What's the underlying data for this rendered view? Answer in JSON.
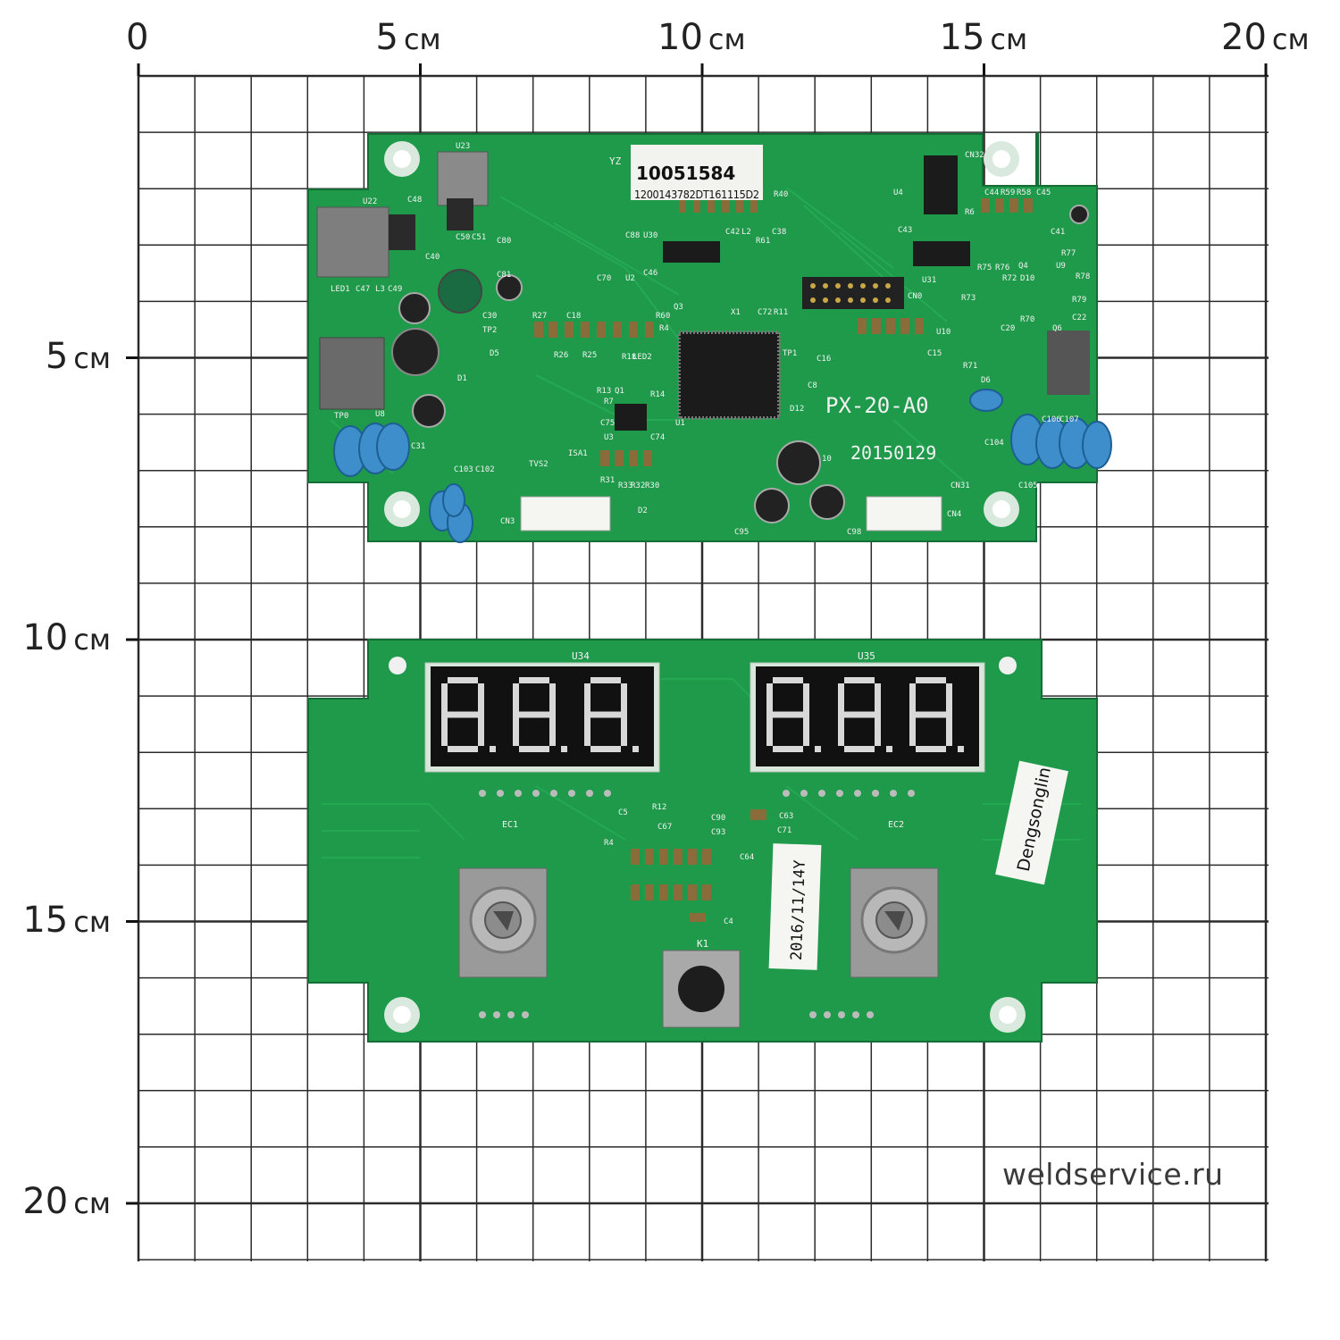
{
  "ruler": {
    "unit": "см",
    "x_ticks": [
      {
        "num": "0",
        "unit": ""
      },
      {
        "num": "5",
        "unit": "см"
      },
      {
        "num": "10",
        "unit": "см"
      },
      {
        "num": "15",
        "unit": "см"
      },
      {
        "num": "20",
        "unit": "см"
      }
    ],
    "y_ticks": [
      {
        "num": "5",
        "unit": "см"
      },
      {
        "num": "10",
        "unit": "см"
      },
      {
        "num": "15",
        "unit": "см"
      },
      {
        "num": "20",
        "unit": "см"
      }
    ]
  },
  "boards": {
    "top": {
      "sticker_code": "10051584",
      "sticker_serial": "1200143782DT161115D2",
      "model": "PX-20-A0",
      "date": "20150129",
      "yz": "YZ",
      "labels": [
        "U23",
        "U22",
        "C48",
        "C40",
        "CN32",
        "U4",
        "C44",
        "R59",
        "R58",
        "C45",
        "R6",
        "C43",
        "C41",
        "R77",
        "U9",
        "R75",
        "R76",
        "Q4",
        "R78",
        "R79",
        "D10",
        "R72",
        "R73",
        "U31",
        "CN0",
        "U10",
        "C22",
        "Q6",
        "R71",
        "D6",
        "C20",
        "R70",
        "U30",
        "C88",
        "L2",
        "C42",
        "R61",
        "C38",
        "C70",
        "U2",
        "C46",
        "Q3",
        "X1",
        "C72",
        "R11",
        "R27",
        "C18",
        "R4",
        "R60",
        "R26",
        "R25",
        "R18",
        "LED2",
        "TP1",
        "C16",
        "C8",
        "C15",
        "R14",
        "U1",
        "D12",
        "R13",
        "Q1",
        "R7",
        "U3",
        "C74",
        "C75",
        "ISA1",
        "TVS2",
        "R31",
        "R33",
        "R32",
        "R30",
        "CN3",
        "D2",
        "C95",
        "C98",
        "CN4",
        "CN31",
        "C104",
        "C105",
        "C106",
        "C107",
        "LED1",
        "C47",
        "L3",
        "C49",
        "C50",
        "C51",
        "C80",
        "C81",
        "C30",
        "TP2",
        "D5",
        "D1",
        "U8",
        "TP0",
        "C31",
        "C103",
        "C102",
        "R40",
        "10"
      ]
    },
    "bottom": {
      "display_left": "U34",
      "display_right": "U35",
      "encoder_left": "EC1",
      "encoder_right": "EC2",
      "button": "K1",
      "sticker_name": "Dengsonglin",
      "sticker_date": "2016/11/14Y",
      "labels": [
        "C5",
        "R12",
        "C67",
        "C90",
        "C93",
        "C63",
        "C71",
        "C64",
        "R4",
        "C4"
      ]
    }
  },
  "watermark": "weldservice.ru",
  "colors": {
    "pcb_green": "#1e9a4a",
    "pcb_dark": "#167a3a",
    "grid": "#2b2b2b",
    "capacitor_blue": "#3d8ecb",
    "display_red_off": "#d8d8d8"
  }
}
